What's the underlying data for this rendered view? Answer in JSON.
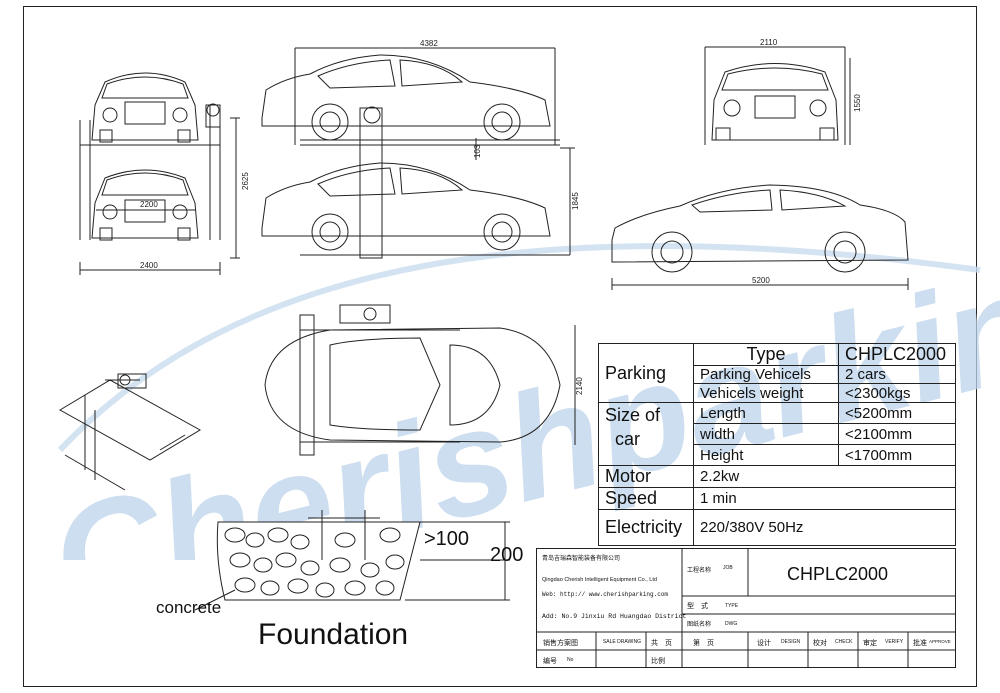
{
  "dimensions": {
    "front_width": "2400",
    "front_inner": "2200",
    "front_height": "2625",
    "side_length": "4382",
    "side_gap": "103",
    "side_height": "1845",
    "car_front_width": "2110",
    "car_front_height": "1550",
    "car_side_length": "5200",
    "top_width": "2140"
  },
  "watermark": "Cherishparking",
  "spec": {
    "type_label": "Type",
    "type_value": "CHPLC2000",
    "parking_label": "Parking",
    "parking_vehicles_label": "Parking Vehicels",
    "parking_vehicles_value": "2 cars",
    "vehicles_weight_label": "Vehicels weight",
    "vehicles_weight_value": "<2300kgs",
    "size_label_1": "Size of",
    "size_label_2": "car",
    "length_label": "Length",
    "length_value": "<5200mm",
    "width_label": "width",
    "width_value": "<2100mm",
    "height_label": "Height",
    "height_value": "<1700mm",
    "motor_label": "Motor",
    "motor_value": "2.2kw",
    "speed_label": "Speed",
    "speed_value": "1 min",
    "electricity_label": "Electricity",
    "electricity_value": "220/380V 50Hz"
  },
  "foundation": {
    "title": "Foundation",
    "concrete_label": "concrete",
    "depth_small": ">100",
    "depth_total": "200"
  },
  "title_block": {
    "company_cn": "青岛吉瑞森智能装备有限公司",
    "company_en": "Qingdao Cherish Intelligent Equipment Co., Ltd",
    "web": "Web: http:// www.cherishparking.com",
    "address": "Add: No.9 Jinxiu Rd Huangdao District",
    "job_cn": "工程名称",
    "job_en": "JOB",
    "job_value": "CHPLC2000",
    "type_cn": "型　式",
    "type_en": "TYPE",
    "dwg_cn": "图纸名称",
    "dwg_en": "DWG",
    "sale_cn": "销售方案图",
    "sale_en": "SALE DRAWING",
    "total_pages": "共　页",
    "page": "第　页",
    "design_cn": "设计",
    "design_en": "DESIGN",
    "check_cn": "校对",
    "check_en": "CHECK",
    "verify_cn": "审定",
    "verify_en": "VERIFY",
    "approve_cn": "批准",
    "approve_en": "APPROVE",
    "no_cn": "编号",
    "no_en": "No",
    "scale_cn": "比例"
  }
}
